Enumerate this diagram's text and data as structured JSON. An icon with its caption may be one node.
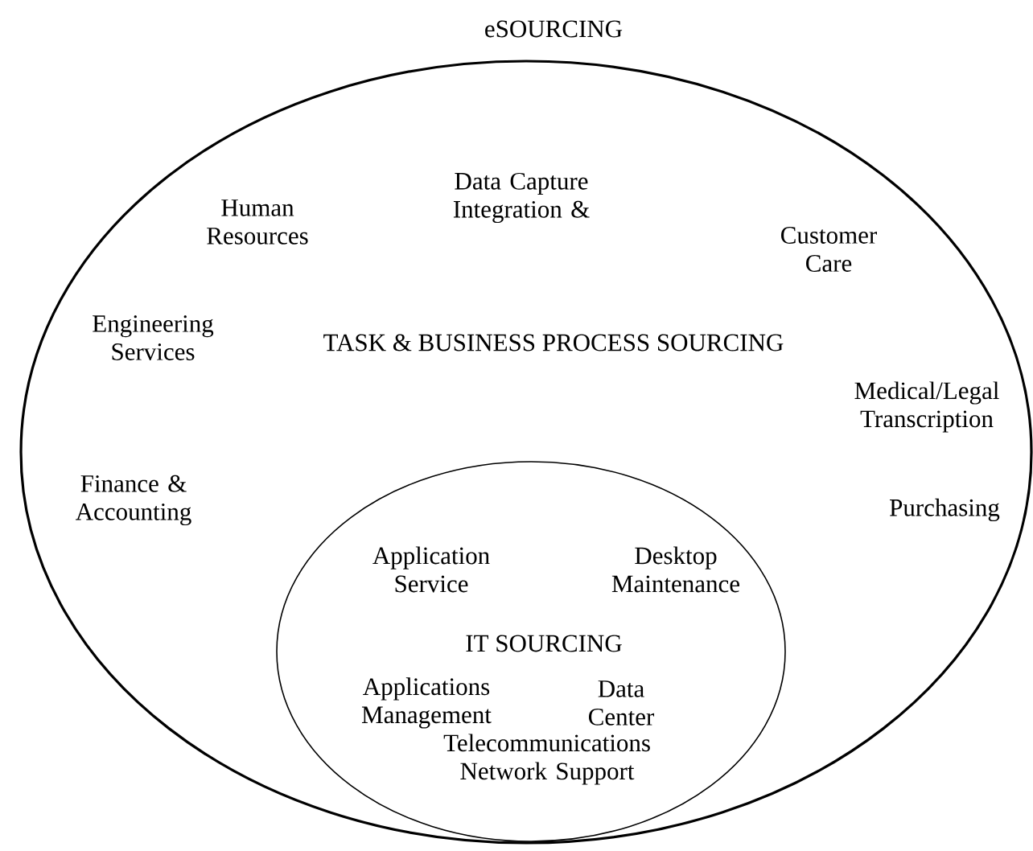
{
  "diagram": {
    "title": "eSOURCING",
    "nodes": [
      {
        "text": [
          "Human Resources",
          "Data Capture Integration &",
          "Customer Care",
          "Engineering Services",
          "TASK & BUSINESS PROCESS SOURCING",
          "Medical/Legal Transcription",
          "Finance & Accounting",
          "Purchasing"
        ]
      },
      {
        "text": [
          "Application Service",
          "Desktop Maintenance",
          "IT SOURCING",
          "Applications Management",
          "Data Center",
          "Telecommunications Network Support"
        ],
        "in": 0
      }
    ]
  }
}
